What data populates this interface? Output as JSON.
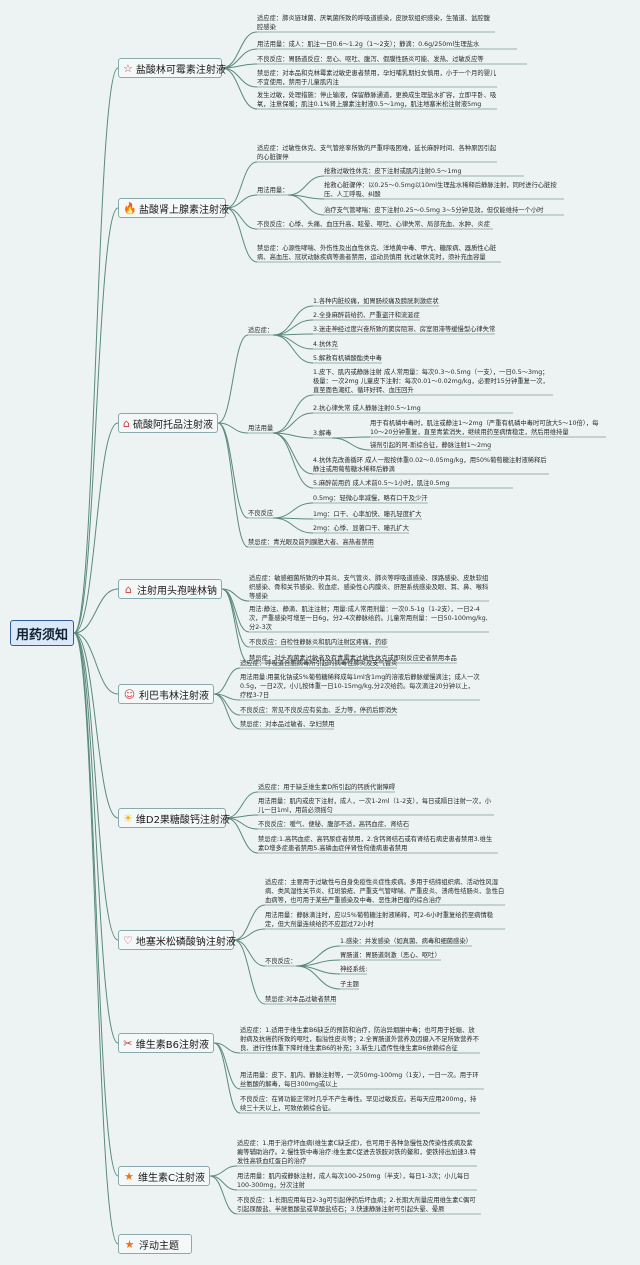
{
  "root": {
    "label": "用药须知"
  },
  "icons": {
    "star": "☆",
    "flame": "🔥",
    "house": "⌂",
    "smile": "☺",
    "sun": "☀",
    "heart": "♡",
    "scissors": "✂",
    "star-filled": "★"
  },
  "colors": {
    "star-filled": "#e8761b",
    "flame": "#2a62c9",
    "house": "#d23a3a",
    "sun": "#e9b500",
    "heart": "#d23a3a",
    "scissors": "#c43a3a",
    "smile": "#d23a3a",
    "star": "#d23a3a"
  },
  "topics": [
    {
      "label": "盐酸林可霉素注射液",
      "icon": "star",
      "items": [
        "适应症：肺炎链球菌、厌氧菌所致的呼吸道感染，皮肤软组织感染，生殖道、盆腔腹腔感染",
        "用法用量：成人：肌注一日0.6～1.2g（1～2支）；静滴：0.6g/250ml生理盐水",
        "不良反应：胃肠道反应：恶心、呕吐、腹泻、假膜性肠炎可能、发热、过敏反应等",
        "禁忌症：对本品和克林霉素过敏史患者禁用，孕妇哺乳期妇女慎用，小于一个月的婴儿不宜使用，禁用于儿童肌内注",
        "发生过敏，处理措施：停止输液，保留静脉通道，更换成生理盐水扩容，立即平卧、吸氧，注意保暖；肌注0.1%肾上腺素注射液0.5～1mg，肌注地塞米松注射液5mg"
      ]
    },
    {
      "label": "盐酸肾上腺素注射液",
      "icon": "flame",
      "items": [
        "适应症：过敏性休克、支气管痉挛所致的严重呼吸困难，延长麻醉时间、各种原因引起的心脏骤停",
        "不良反应：心悸、头痛、血压升高、眩晕、呕吐、心律失常、局部充血、水肿、炎症",
        "禁忌症：心源性哮喘、外伤性及出血性休克、洋地黄中毒、甲亢、糖尿病、器质性心脏病、高血压、冠状动脉疾病等患者禁用，运动员慎用 抗过敏休克时，须补充血容量"
      ],
      "usage": {
        "label": "用法用量：",
        "items": [
          "抢救过敏性休克：皮下注射或肌内注射0.5～1mg",
          "抢救心脏骤停：以0.25～0.5mg以10ml生理盐水稀释后静脉注射，同时进行心脏按压、人工呼吸、纠酸",
          "治疗支气管哮喘：皮下注射0.25～0.5mg 3~5分钟见效，但仅能维持一个小时"
        ]
      }
    },
    {
      "label": "硫酸阿托品注射液",
      "icon": "house",
      "indication": {
        "label": "适应症：",
        "items": [
          "1.各种内脏绞痛，如胃肠绞痛及膀胱刺激症状",
          "2.全身麻醉前给药、严重盗汗和流涎症",
          "3.迷走神经过度兴奋所致的窦房阻滞、房室阻滞等缓慢型心律失常",
          "4.抗休克",
          "5.解救有机磷酸酯类中毒"
        ]
      },
      "usage": {
        "label": "用法用量",
        "items": [
          "1.皮下、肌内或静脉注射 成人常用量：每次0.3～0.5mg（一支），一日0.5～3mg；极量：一次2mg 儿童皮下注射：每次0.01～0.02mg/kg，必要时15分钟重复一次，直至面色潮红、循环好转、血压回升",
          "2.抗心律失常 成人静脉注射0.5～1mg",
          "4.抗休克改善循环 成人一般按体重0.02～0.05mg/kg，用50%葡萄糖注射液稀释后静注或用葡萄糖水稀释后静滴",
          "5.麻醉前用药 成人术前0.5～1小时，肌注0.5mg"
        ],
        "detox": {
          "label": "3.解毒",
          "items": [
            "用于有机磷中毒时，肌注或静注1～2mg（严重有机磷中毒时可放大5～10倍），每10～20分钟重复，直至青紫消失，继续用药至病情稳定，然后用维持量",
            "锑剂引起的阿-斯综合征，静脉注射1～2mg"
          ]
        }
      },
      "adverse": {
        "label": "不良反应",
        "items": [
          "0.5mg：轻微心率减慢，略有口干及少汗",
          "1mg：口干、心率加快、瞳孔轻度扩大",
          "2mg：心悸、显著口干、瞳孔扩大"
        ]
      },
      "contra": "禁忌症：青光眼及前列腺肥大者、高热者禁用"
    },
    {
      "label": "注射用头孢唑林钠",
      "icon": "house",
      "items": [
        "适应症：敏感细菌所致的中耳炎、支气管炎、肺炎等呼吸道感染、尿路感染、皮肤软组织感染、骨和关节感染、败血症、感染性心内膜炎、肝胆系统感染及眼、耳、鼻、喉科等感染",
        "用法:静注、静滴、肌注注射；用量:成人常用剂量：一次0.5-1g（1-2支），一日2-4次，严重感染可增至一日6g，分2-4次静脉给药。儿童常用剂量：一日50-100mg/kg,分2-3次",
        "不良反应：自检性静脉炎和肌内注射区疼痛，药疹",
        "禁忌症：对头孢菌素过敏者及有青霉素过敏性休克或即刻反应史者禁用本品"
      ]
    },
    {
      "label": "利巴韦林注射液",
      "icon": "smile",
      "items": [
        "适应症：呼吸道合胞病毒所引起的病毒性肺炎及支气管炎",
        "用法用量:用氯化钠或5%葡萄糖稀释成每1ml含1mg的溶液后静脉缓慢滴注；成人一次0.5g，一日2次，小儿按体重一日10-15mg/kg,分2次给药。每次滴注20分钟以上，疗程3-7日",
        "不良反应：常见不良反应有贫血、乏力等，停药后即消失",
        "禁忌症：对本品过敏者、孕妇禁用"
      ]
    },
    {
      "label": "维D2果糖酸钙注射液",
      "icon": "sun",
      "items": [
        "适应症：用于缺乏维生素D所引起的钙质代谢障碍",
        "用法用量：肌内或皮下注射，成人，一次1-2ml（1-2支），每日或隔日注射一次，小儿一日1ml，用前必须摇匀",
        "不良反应：嗳气、便秘、腹部不适，高钙血症、肾结石",
        "禁忌症:1.高钙血症、高钙尿症者禁用，2.含钙肾结石或有肾结石病史患者禁用3.维生素D增多症患者禁用5.高磷血症伴肾性佝偻病患者禁用"
      ]
    },
    {
      "label": "地塞米松磷酸钠注射液",
      "icon": "heart",
      "items": [
        "适应症：主要用于过敏性与自身免疫性炎症性疾病。多用于结缔组织病、活动性风湿病、类风湿性关节炎、红斑狼疮、严重支气管哮喘、严重皮炎、溃疡性结肠炎、急性白血病等，也可用于某些严重感染及中毒、恶性淋巴瘤的综合治疗",
        "用法用量：静脉滴注时，应以5%葡萄糖注射液稀释，可2-6小时重复给药至病情稳定，但大剂量连续给药不应超过72小时",
        "禁忌症:对本品过敏者禁用"
      ],
      "adverse": {
        "label": "不良反应：",
        "items": [
          "1.感染：并发感染（如真菌、病毒和细菌感染）",
          "胃肠道：胃肠道刺激（恶心、呕吐）",
          "神经系统:",
          "子主题"
        ]
      }
    },
    {
      "label": "维生素B6注射液",
      "icon": "scissors",
      "items": [
        "适应症：1.适用于维生素B6缺乏的预防和治疗，防治异烟肼中毒；也可用于妊娠、放射病及抗癌药所致的呕吐，脂溢性皮炎等；2.全胃肠道外营养及因摄入不足所致营养不良、进行性体重下降时维生素B6的补充；3.新生儿遗传性维生素B6依赖综合征",
        "用法用量：皮下、肌内、静脉注射等，一次50mg-100mg（1支），一日一次。用于环丝氨酸的解毒，每日300mg或以上",
        "不良反应：在肾功能正常时几乎不产生毒性。罕见过敏反应。若每天应用200mg，持续三十天以上，可致依赖综合征。"
      ]
    },
    {
      "label": "维生素C注射液",
      "icon": "star-filled",
      "items": [
        "适应症：1.用于治疗坏血病(维生素C缺乏症)，也可用于各种急慢性及传染性疾病及紫癜等辅助治疗。2.慢性铁中毒治疗:维生素C促进去铁胺对铁的鳌和，使铁排出加速3.特发性高铁血红蛋白的治疗",
        "用法用量：肌内或静脉注射，成人每次100-250mg（半支），每日1-3次；小儿每日100-300mg，分次注射",
        "不良反应：1.长期应用每日2-3g可引起停药后坏血病；2.长期大剂量应用维生素C偶可引起尿酸盐、半胱氨酸盐或草酸盐结石；3.快速静脉注射可引起头晕、晕厥"
      ]
    },
    {
      "label": "浮动主题",
      "icon": "star-filled",
      "items": []
    }
  ]
}
